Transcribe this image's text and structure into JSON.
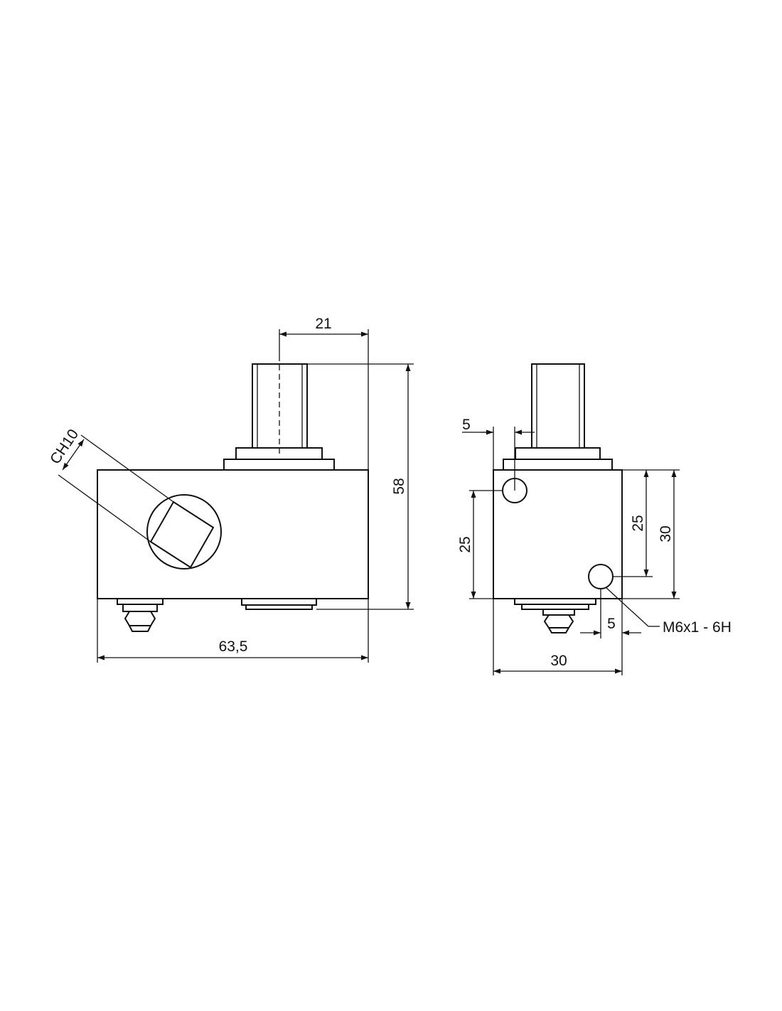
{
  "dimensions": {
    "top_offset": "21",
    "overall_height": "58",
    "overall_length": "63,5",
    "wrench_size": "CH10",
    "side_offset_top": "5",
    "side_hole_left": "25",
    "side_hole_right": "25",
    "side_height": "30",
    "side_offset_bottom": "5",
    "side_width": "30",
    "thread_spec": "M6x1 - 6H"
  }
}
